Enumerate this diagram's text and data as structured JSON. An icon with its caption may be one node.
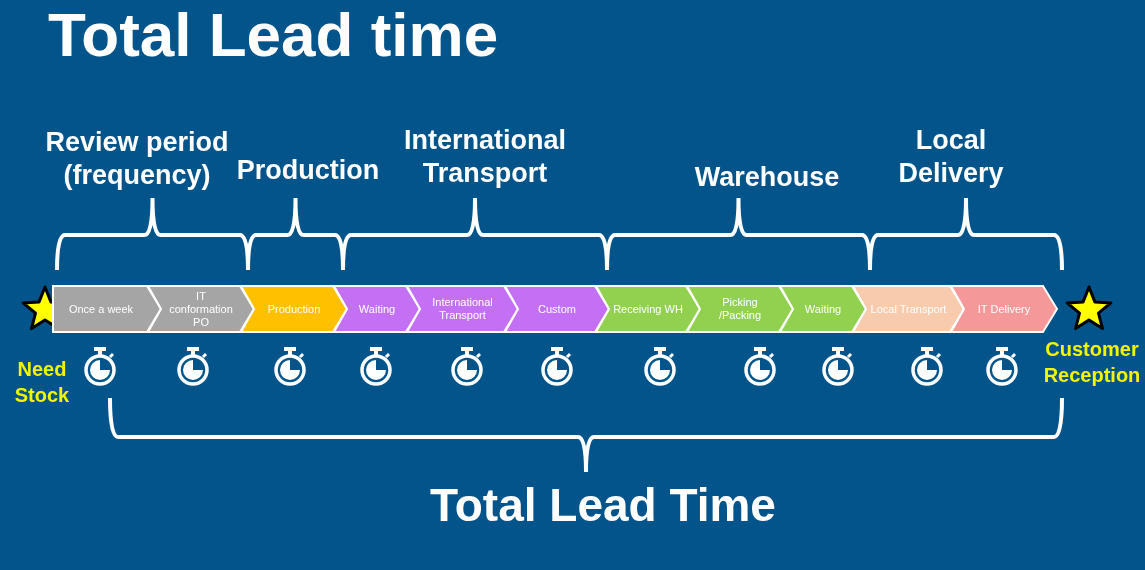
{
  "diagram": {
    "title": "Total Lead time",
    "nodes": [
      {
        "text": [],
        "shape": "star",
        "beside": [
          "Need Stock"
        ]
      },
      {
        "text": [
          "Once a week"
        ]
      },
      {
        "text": [
          "IT conformation PO"
        ]
      },
      {
        "text": [
          "Production"
        ]
      },
      {
        "text": [
          "Waiting"
        ]
      },
      {
        "text": [
          "International Transport"
        ]
      },
      {
        "text": [
          "Custom"
        ]
      },
      {
        "text": [
          "Receiving WH"
        ]
      },
      {
        "text": [
          "Picking /Packing"
        ]
      },
      {
        "text": [
          "Waiting"
        ]
      },
      {
        "text": [
          "Local Transport"
        ]
      },
      {
        "text": [
          "IT Delivery"
        ]
      },
      {
        "text": [],
        "shape": "star",
        "beside": [
          "Customer Reception"
        ]
      }
    ],
    "edges": [],
    "labels": [
      "Review period (frequency)",
      "Production",
      "International Transport",
      "Warehouse",
      "Local Delivery",
      "Total Lead Time"
    ]
  }
}
